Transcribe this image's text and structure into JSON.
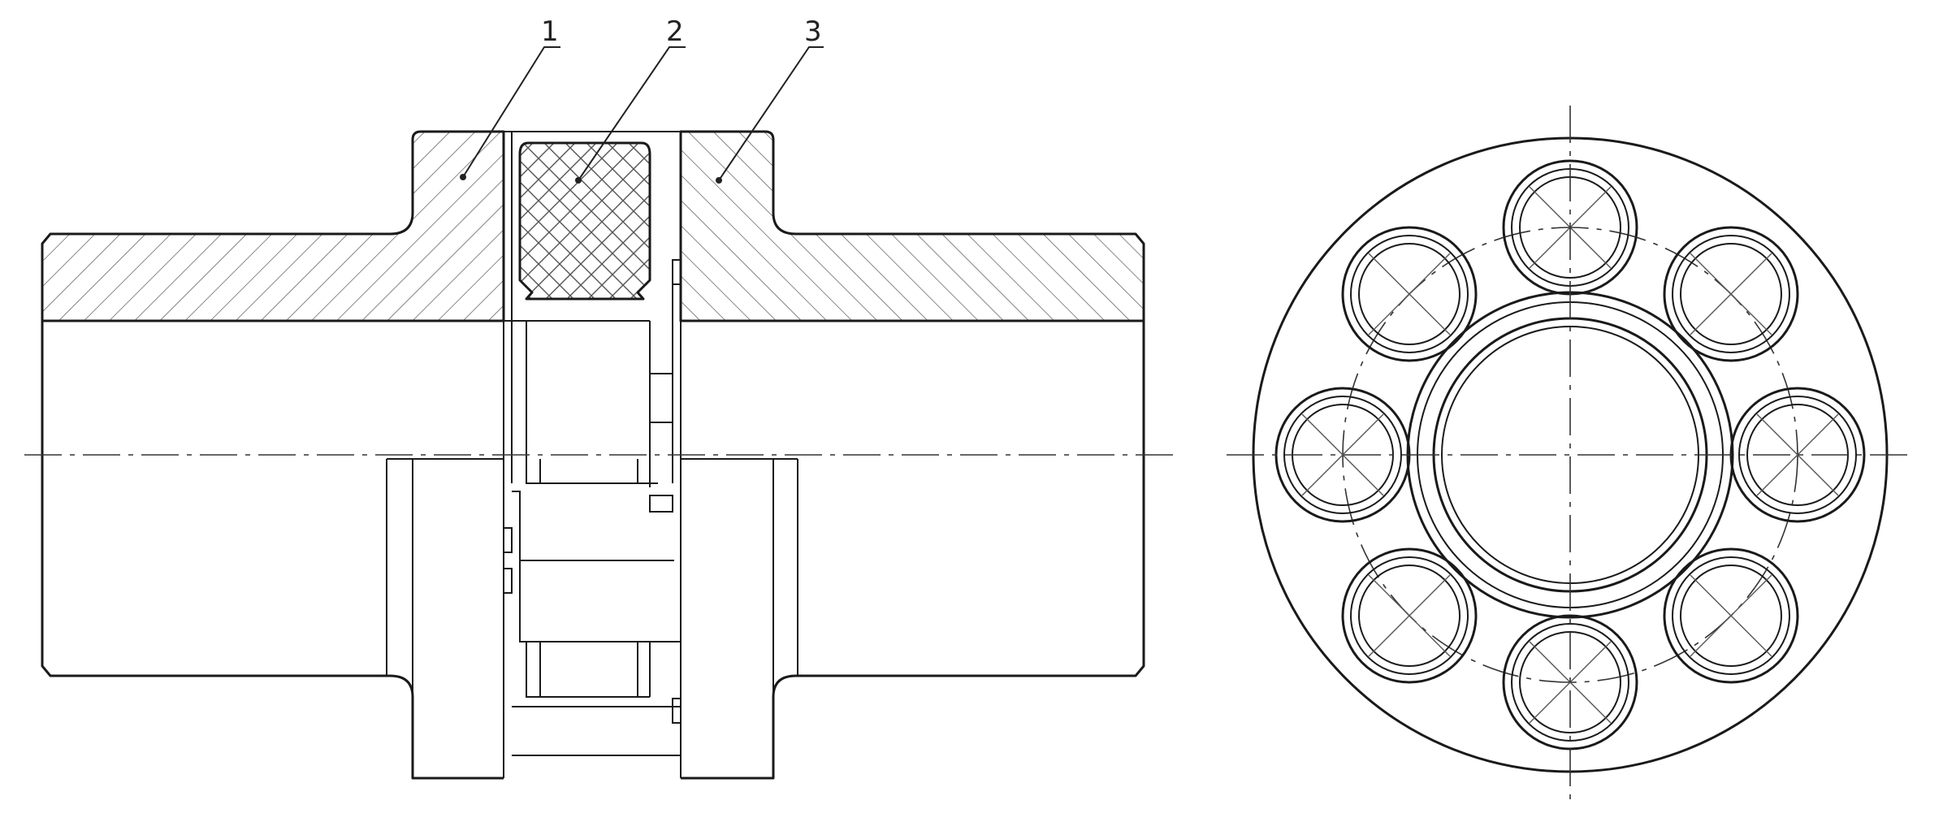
{
  "labels": [
    {
      "text": "1",
      "name": "part-label-1"
    },
    {
      "text": "2",
      "name": "part-label-2"
    },
    {
      "text": "3",
      "name": "part-label-3"
    }
  ],
  "views": {
    "section": "longitudinal-half-section",
    "end": "end-view"
  },
  "end_view": {
    "pin_count": 8
  },
  "colors": {
    "line": "#1a1a1a",
    "background": "#ffffff"
  }
}
